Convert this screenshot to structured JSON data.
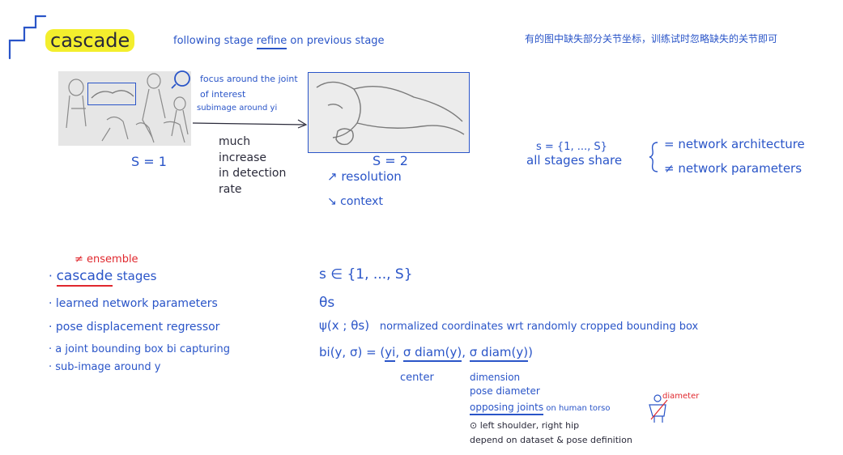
{
  "header": {
    "title": "cascade",
    "subtitle_pre": "following stage ",
    "subtitle_refine": "refine",
    "subtitle_post": " on previous stage",
    "chinese_note": "有的图中缺失部分关节坐标，训练试时忽略缺失的关节即可"
  },
  "figure": {
    "focus_note_1": "focus around the joint",
    "focus_note_2": "of interest",
    "focus_note_3": "subimage around yi",
    "s1_label": "S = 1",
    "s2_label": "S = 2",
    "much_lines": [
      "much",
      "increase",
      "in detection",
      "rate"
    ],
    "resolution": "↗ resolution",
    "context": "↘ context"
  },
  "right_block": {
    "set_def": "s = {1, ..., S}",
    "all_stages": "all stages share",
    "same_arch": "= network architecture",
    "diff_params": "≠ network parameters"
  },
  "left_list": {
    "ensemble_note": "≠ ensemble",
    "items": [
      {
        "bullet": "·",
        "highlight": "cascade",
        "text": " stages"
      },
      {
        "bullet": "·",
        "highlight": "",
        "text": "learned network parameters"
      },
      {
        "bullet": "·",
        "highlight": "",
        "text": "pose displacement regressor"
      },
      {
        "bullet": "·",
        "highlight": "",
        "text": "a joint bounding box bi capturing"
      },
      {
        "bullet": "·",
        "highlight": "",
        "text": "sub-image around y"
      }
    ]
  },
  "math": {
    "line1": "s ∈ {1, ..., S}",
    "line2": "θs",
    "line3_sym": "ψ(x ; θs)",
    "line3_text": "normalized coordinates wrt randomly cropped bounding box",
    "line4_lhs": "bi(y, σ) = (",
    "line4_a": "yi",
    "line4_b": "σ diam(y)",
    "line4_c": "σ diam(y)",
    "line4_close": ")",
    "center": "center",
    "dimension": "dimension",
    "pose_diameter": "pose diameter",
    "opposing": "opposing joints",
    "opposing_tail": " on human torso",
    "example": "⊙ left shoulder, right hip",
    "depend": "depend on dataset & pose definition",
    "diameter_note": "diameter"
  }
}
